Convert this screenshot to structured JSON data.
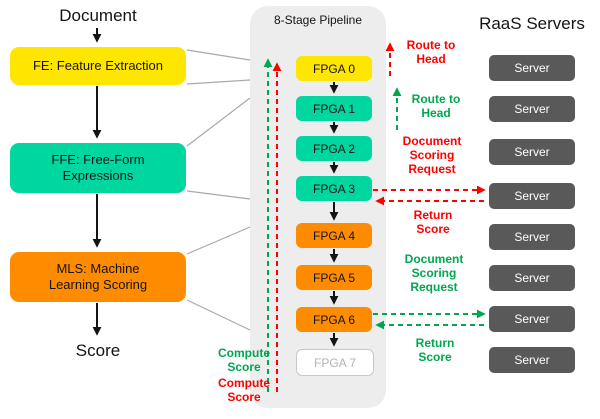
{
  "left_flow": {
    "document_label": "Document",
    "score_label": "Score",
    "boxes": [
      {
        "id": "fe",
        "label": "FE: Feature Extraction",
        "color": "#FFE600"
      },
      {
        "id": "ffe",
        "label": "FFE: Free-Form\nExpressions",
        "color": "#00D7A0"
      },
      {
        "id": "mls",
        "label": "MLS: Machine\nLearning Scoring",
        "color": "#FF8C00"
      }
    ]
  },
  "pipeline": {
    "title": "8-Stage Pipeline",
    "stages": [
      {
        "label": "FPGA 0",
        "color": "#FFE600"
      },
      {
        "label": "FPGA 1",
        "color": "#00D7A0"
      },
      {
        "label": "FPGA 2",
        "color": "#00D7A0"
      },
      {
        "label": "FPGA 3",
        "color": "#00D7A0"
      },
      {
        "label": "FPGA 4",
        "color": "#FF8C00"
      },
      {
        "label": "FPGA 5",
        "color": "#FF8C00"
      },
      {
        "label": "FPGA 6",
        "color": "#FF8C00"
      },
      {
        "label": "FPGA 7",
        "color": "#FFFFFF"
      }
    ]
  },
  "servers": {
    "title": "RaaS Servers",
    "items": [
      "Server",
      "Server",
      "Server",
      "Server",
      "Server",
      "Server",
      "Server",
      "Server"
    ]
  },
  "annotations": {
    "route_to_head_red": "Route to\nHead",
    "route_to_head_green": "Route to\nHead",
    "doc_scoring_request_red": "Document\nScoring\nRequest",
    "return_score_red": "Return\nScore",
    "doc_scoring_request_green": "Document\nScoring\nRequest",
    "return_score_green": "Return\nScore",
    "compute_score_green": "Compute\nScore",
    "compute_score_red": "Compute\nScore"
  },
  "colors": {
    "yellow": "#FFE600",
    "teal": "#00D7A0",
    "orange": "#FF8C00",
    "ghost_border": "#C8C8C8",
    "red": "#FF0000",
    "green": "#00A651",
    "server_bg": "#595959",
    "pipeline_bg": "#EDEDED",
    "connector_gray": "#A9A9A9",
    "arrow_black": "#141414"
  }
}
